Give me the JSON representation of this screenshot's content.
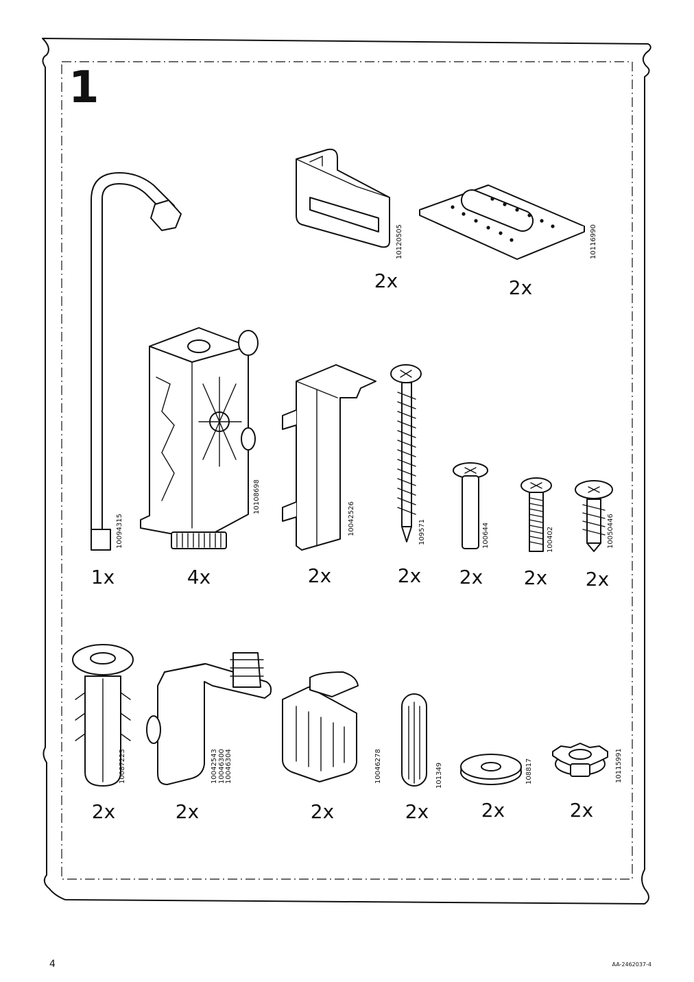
{
  "step": {
    "number": "1"
  },
  "parts": [
    {
      "id": "allen-key",
      "code": [
        "10094315"
      ],
      "qty": "1x"
    },
    {
      "id": "adjustable-foot",
      "code": [
        "10108698"
      ],
      "qty": "4x"
    },
    {
      "id": "wall-bracket",
      "code": [
        "10120505"
      ],
      "qty": "2x"
    },
    {
      "id": "mounting-plate",
      "code": [
        "10116990"
      ],
      "qty": "2x"
    },
    {
      "id": "clip-bracket",
      "code": [
        "10042526"
      ],
      "qty": "2x"
    },
    {
      "id": "long-screw",
      "code": [
        "109571"
      ],
      "qty": "2x"
    },
    {
      "id": "pin-bolt",
      "code": [
        "100644"
      ],
      "qty": "2x"
    },
    {
      "id": "machine-screw",
      "code": [
        "100402"
      ],
      "qty": "2x"
    },
    {
      "id": "short-screw",
      "code": [
        "10050446"
      ],
      "qty": "2x"
    },
    {
      "id": "wall-plug",
      "code": [
        "10087223"
      ],
      "qty": "2x"
    },
    {
      "id": "angle-bracket",
      "code": [
        "10042543",
        "10046300",
        "10046304"
      ],
      "qty": "2x"
    },
    {
      "id": "clamp",
      "code": [
        "10046278"
      ],
      "qty": "2x"
    },
    {
      "id": "dowel",
      "code": [
        "101349"
      ],
      "qty": "2x"
    },
    {
      "id": "washer",
      "code": [
        "108817"
      ],
      "qty": "2x"
    },
    {
      "id": "knurled-nut",
      "code": [
        "10115991"
      ],
      "qty": "2x"
    }
  ],
  "footer": {
    "page_number": "4",
    "doc_code": "AA-2462037-4"
  }
}
